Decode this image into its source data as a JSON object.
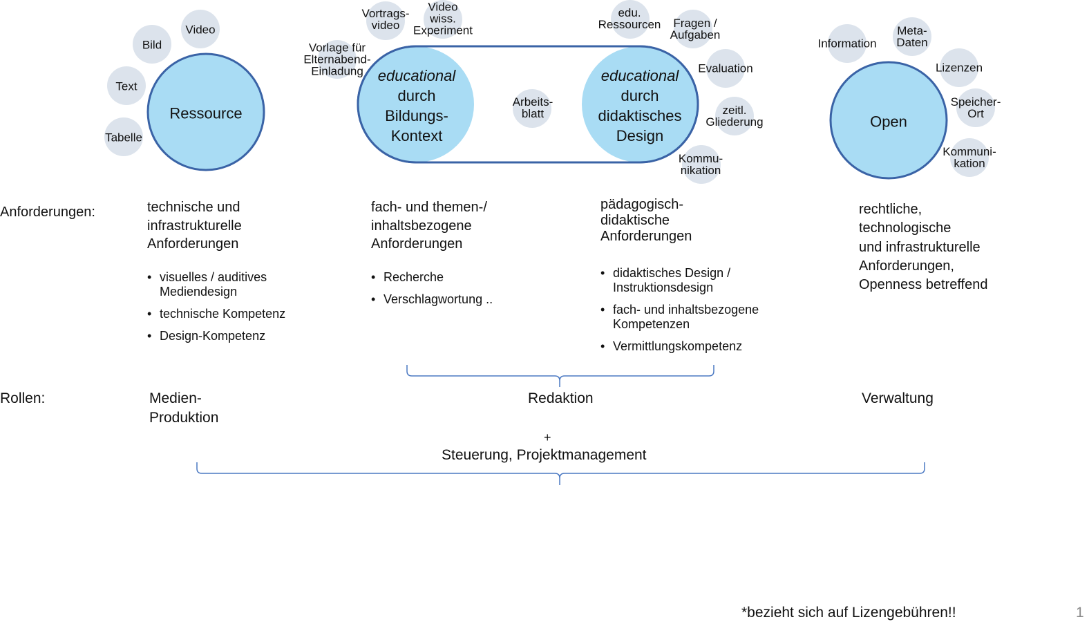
{
  "colors": {
    "bubble_main": "#a9dcf4",
    "bubble_main_stroke": "#3a63a6",
    "bubble_small": "#dce3ec",
    "bracket": "#4a78c2"
  },
  "ressource": {
    "title": "Ressource",
    "satellites": [
      "Video",
      "Bild",
      "Text",
      "Tabelle"
    ]
  },
  "educational": {
    "left": {
      "word": "educational",
      "line2": "durch",
      "line3": "Bildungs-",
      "line4": "Kontext"
    },
    "right": {
      "word": "educational",
      "line2": "durch",
      "line3": "didaktisches",
      "line4": "Design"
    },
    "middle": {
      "line1": "Arbeits-",
      "line2": "blatt"
    },
    "satellites_left": [
      {
        "l1": "Vortrags-",
        "l2": "video"
      },
      {
        "l1": "Video",
        "l2": "wiss.",
        "l3": "Experiment"
      },
      {
        "l1": "Vorlage für",
        "l2": "Elternabend-",
        "l3": "Einladung"
      }
    ],
    "satellites_right": [
      {
        "l1": "edu.",
        "l2": "Ressourcen"
      },
      {
        "l1": "Fragen /",
        "l2": "Aufgaben"
      },
      {
        "l1": "Evaluation"
      },
      {
        "l1": "zeitl.",
        "l2": "Gliederung"
      },
      {
        "l1": "Kommu-",
        "l2": "nikation"
      }
    ]
  },
  "open": {
    "title": "Open",
    "satellites": [
      {
        "l1": "Information"
      },
      {
        "l1": "Meta-",
        "l2": "Daten"
      },
      {
        "l1": "Lizenzen"
      },
      {
        "l1": "Speicher-",
        "l2": "Ort"
      },
      {
        "l1": "Kommuni-",
        "l2": "kation"
      }
    ]
  },
  "anforderungen": {
    "label": "Anforderungen:",
    "col1": {
      "l1": "technische und",
      "l2": "infrastrukturelle",
      "l3": "Anforderungen",
      "items": [
        {
          "a": "visuelles / auditives",
          "b": "Mediendesign"
        },
        {
          "a": "technische Kompetenz"
        },
        {
          "a": "Design-Kompetenz"
        }
      ]
    },
    "col2": {
      "l1": "fach- und themen-/",
      "l2": "inhaltsbezogene",
      "l3": "Anforderungen",
      "items": [
        {
          "a": "Recherche"
        },
        {
          "a": "Verschlagwortung .."
        }
      ]
    },
    "col3": {
      "l1": "pädagogisch-",
      "l2": "didaktische",
      "l3": "Anforderungen",
      "items": [
        {
          "a": "didaktisches Design /",
          "b": "Instruktionsdesign"
        },
        {
          "a": "fach- und inhaltsbezogene",
          "b": "Kompetenzen"
        },
        {
          "a": "Vermittlungskompetenz"
        }
      ]
    },
    "col4": {
      "l1": "rechtliche,",
      "l2": "technologische",
      "l3": "und infrastrukturelle",
      "l4": "Anforderungen,",
      "l5": "Openness betreffend"
    }
  },
  "rollen": {
    "label": "Rollen:",
    "medien": {
      "l1": "Medien-",
      "l2": "Produktion"
    },
    "redaktion": "Redaktion",
    "verwaltung": "Verwaltung",
    "plus": "+",
    "steuerung": "Steuerung, Projektmanagement"
  },
  "footnote": "*bezieht sich auf Lizengebühren!!",
  "page_number": "1"
}
